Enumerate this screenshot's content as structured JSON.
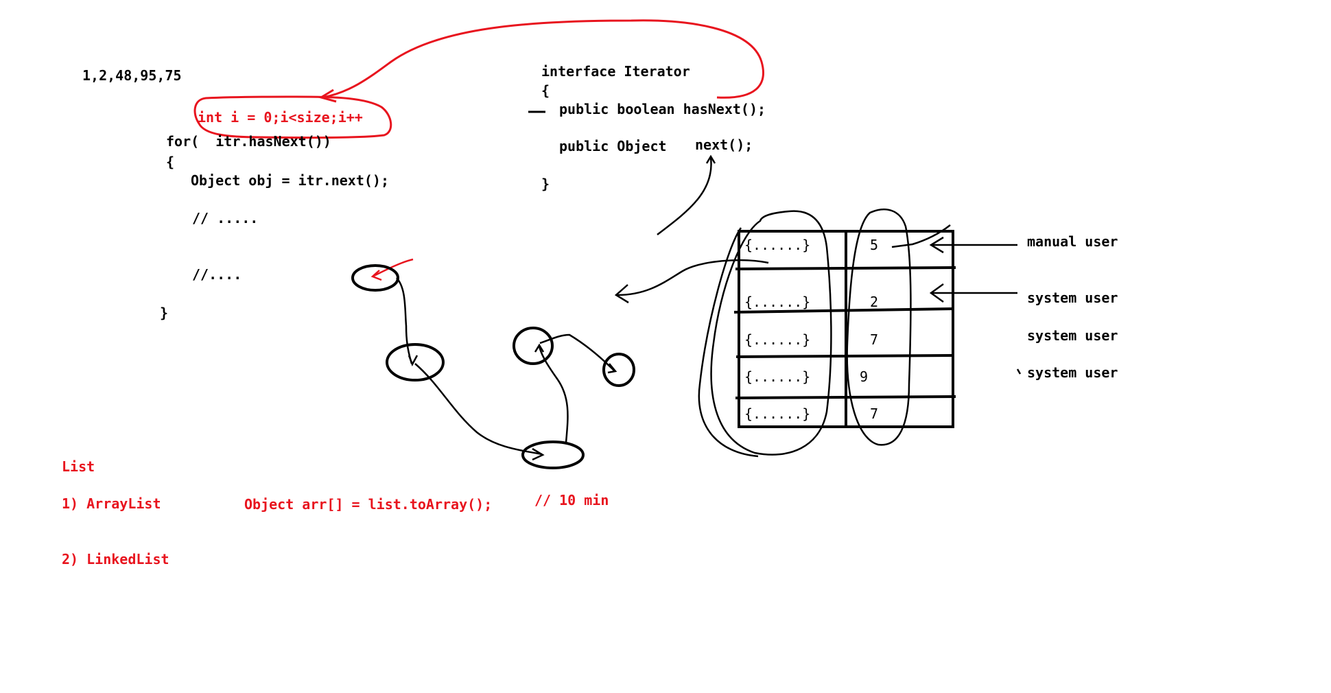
{
  "numbers_line": "1,2,48,95,75",
  "loop": {
    "red_condition": "int i = 0;i<size;i++",
    "for_line": "for(  itr.hasNext())",
    "open_brace": "{",
    "body_line": "Object obj = itr.next();",
    "comment_1": "// .....",
    "comment_2": "//....",
    "close_brace": "}"
  },
  "iterator_interface": {
    "header": "interface Iterator",
    "open_brace": "{",
    "method_1": "public boolean hasNext();",
    "method_2_type": "public Object",
    "method_2_name": "next();",
    "close_brace": "}"
  },
  "table": {
    "rows": [
      {
        "obj": "{......}",
        "num": "5"
      },
      {
        "obj": "{......}",
        "num": "2"
      },
      {
        "obj": "{......}",
        "num": "7"
      },
      {
        "obj": "{......}",
        "num": "9"
      },
      {
        "obj": "{......}",
        "num": "7"
      }
    ],
    "user_labels": [
      "manual user",
      "system user",
      "system user",
      "system user"
    ]
  },
  "list_notes": {
    "heading": "List",
    "item_1": "1) ArrayList",
    "to_array": "Object arr[] = list.toArray();",
    "time_note": "// 10 min",
    "item_2": "2) LinkedList"
  },
  "colors": {
    "ink": "#000000",
    "red_ink": "#e8141e"
  }
}
